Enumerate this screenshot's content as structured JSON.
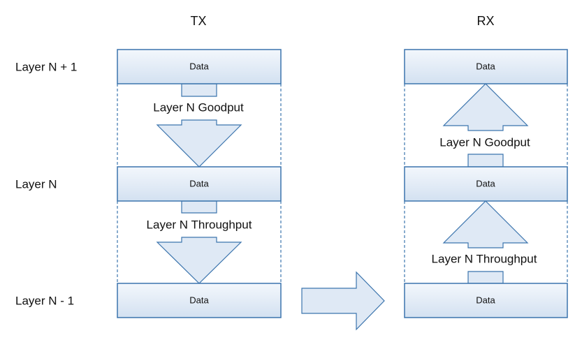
{
  "columns": {
    "tx": "TX",
    "rx": "RX"
  },
  "layers": {
    "top": "Layer N + 1",
    "mid": "Layer N",
    "bottom": "Layer N - 1"
  },
  "box_label": "Data",
  "flows": {
    "goodput": "Layer N Goodput",
    "throughput": "Layer N Throughput"
  },
  "colors": {
    "stroke": "#3b74ad",
    "fill": "#dfe9f5"
  }
}
